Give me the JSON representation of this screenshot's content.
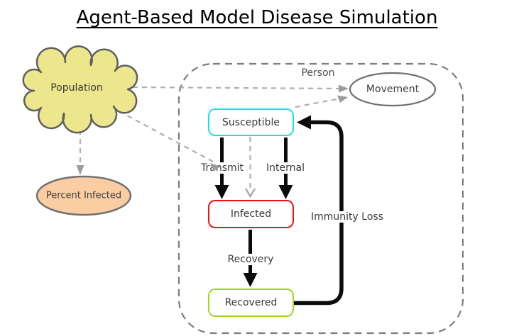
{
  "title": "Agent-Based Model Disease Simulation",
  "outer_nodes": {
    "population": {
      "label": "Population",
      "shape": "cloud",
      "fill": "#ece78c",
      "border": "#5f5f5f"
    },
    "percent_infected": {
      "label": "Percent Infected",
      "shape": "ellipse",
      "fill": "#facda2",
      "border": "#707070"
    }
  },
  "person_container": {
    "label": "Person",
    "border_style": "dashed",
    "border_color": "#7d7d7d",
    "nodes": {
      "movement": {
        "label": "Movement",
        "shape": "ellipse",
        "fill": "#ffffff",
        "border": "#6f6f6f"
      },
      "susceptible": {
        "label": "Susceptible",
        "shape": "rounded-rect",
        "fill": "#ffffff",
        "border": "#1be0e4"
      },
      "infected": {
        "label": "Infected",
        "shape": "rounded-rect",
        "fill": "#ffffff",
        "border": "#ec1313"
      },
      "recovered": {
        "label": "Recovered",
        "shape": "rounded-rect",
        "fill": "#ffffff",
        "border": "#a2d62a"
      }
    }
  },
  "edges": {
    "transmit": {
      "label": "Transmit",
      "from": "Susceptible",
      "to": "Infected",
      "style": "solid-black"
    },
    "internal": {
      "label": "Internal",
      "from": "Susceptible",
      "to": "Infected",
      "style": "solid-black"
    },
    "recovery": {
      "label": "Recovery",
      "from": "Infected",
      "to": "Recovered",
      "style": "solid-black"
    },
    "immunity_loss": {
      "label": "Immunity Loss",
      "from": "Recovered",
      "to": "Susceptible",
      "style": "solid-black"
    }
  },
  "influence_links": [
    {
      "from": "Population",
      "to": "Movement",
      "style": "dashed-gray"
    },
    {
      "from": "Population",
      "to": "Percent Infected",
      "style": "dashed-gray"
    },
    {
      "from": "Population",
      "to": "Transmit edge",
      "style": "dashed-gray"
    },
    {
      "from": "Susceptible",
      "to": "Movement",
      "style": "dashed-gray"
    },
    {
      "from": "Susceptible",
      "to": "Infected",
      "style": "dashed-gray"
    }
  ],
  "colors": {
    "black_edge": "#0b0b0b",
    "dashed_edge": "#afafaf",
    "dashed_arrowhead": "#9c9c9c",
    "text": "#3b3b3b"
  }
}
